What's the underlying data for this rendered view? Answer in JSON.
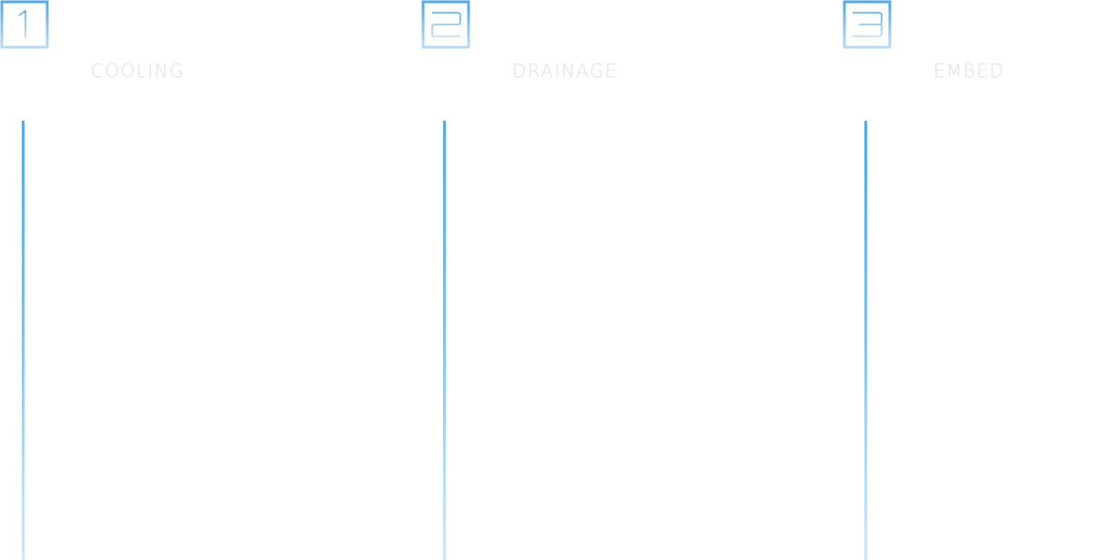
{
  "steps": [
    {
      "number": "1",
      "label": "COOLING"
    },
    {
      "number": "2",
      "label": "DRAINAGE"
    },
    {
      "number": "3",
      "label": "EMBED"
    }
  ],
  "colors": {
    "accent": "#4fa9ec",
    "accent_light": "#cfe6fa",
    "label_text": "#e6e6e6",
    "background": "#ffffff"
  },
  "icons": [
    "number-1-icon",
    "number-2-icon",
    "number-3-icon"
  ]
}
